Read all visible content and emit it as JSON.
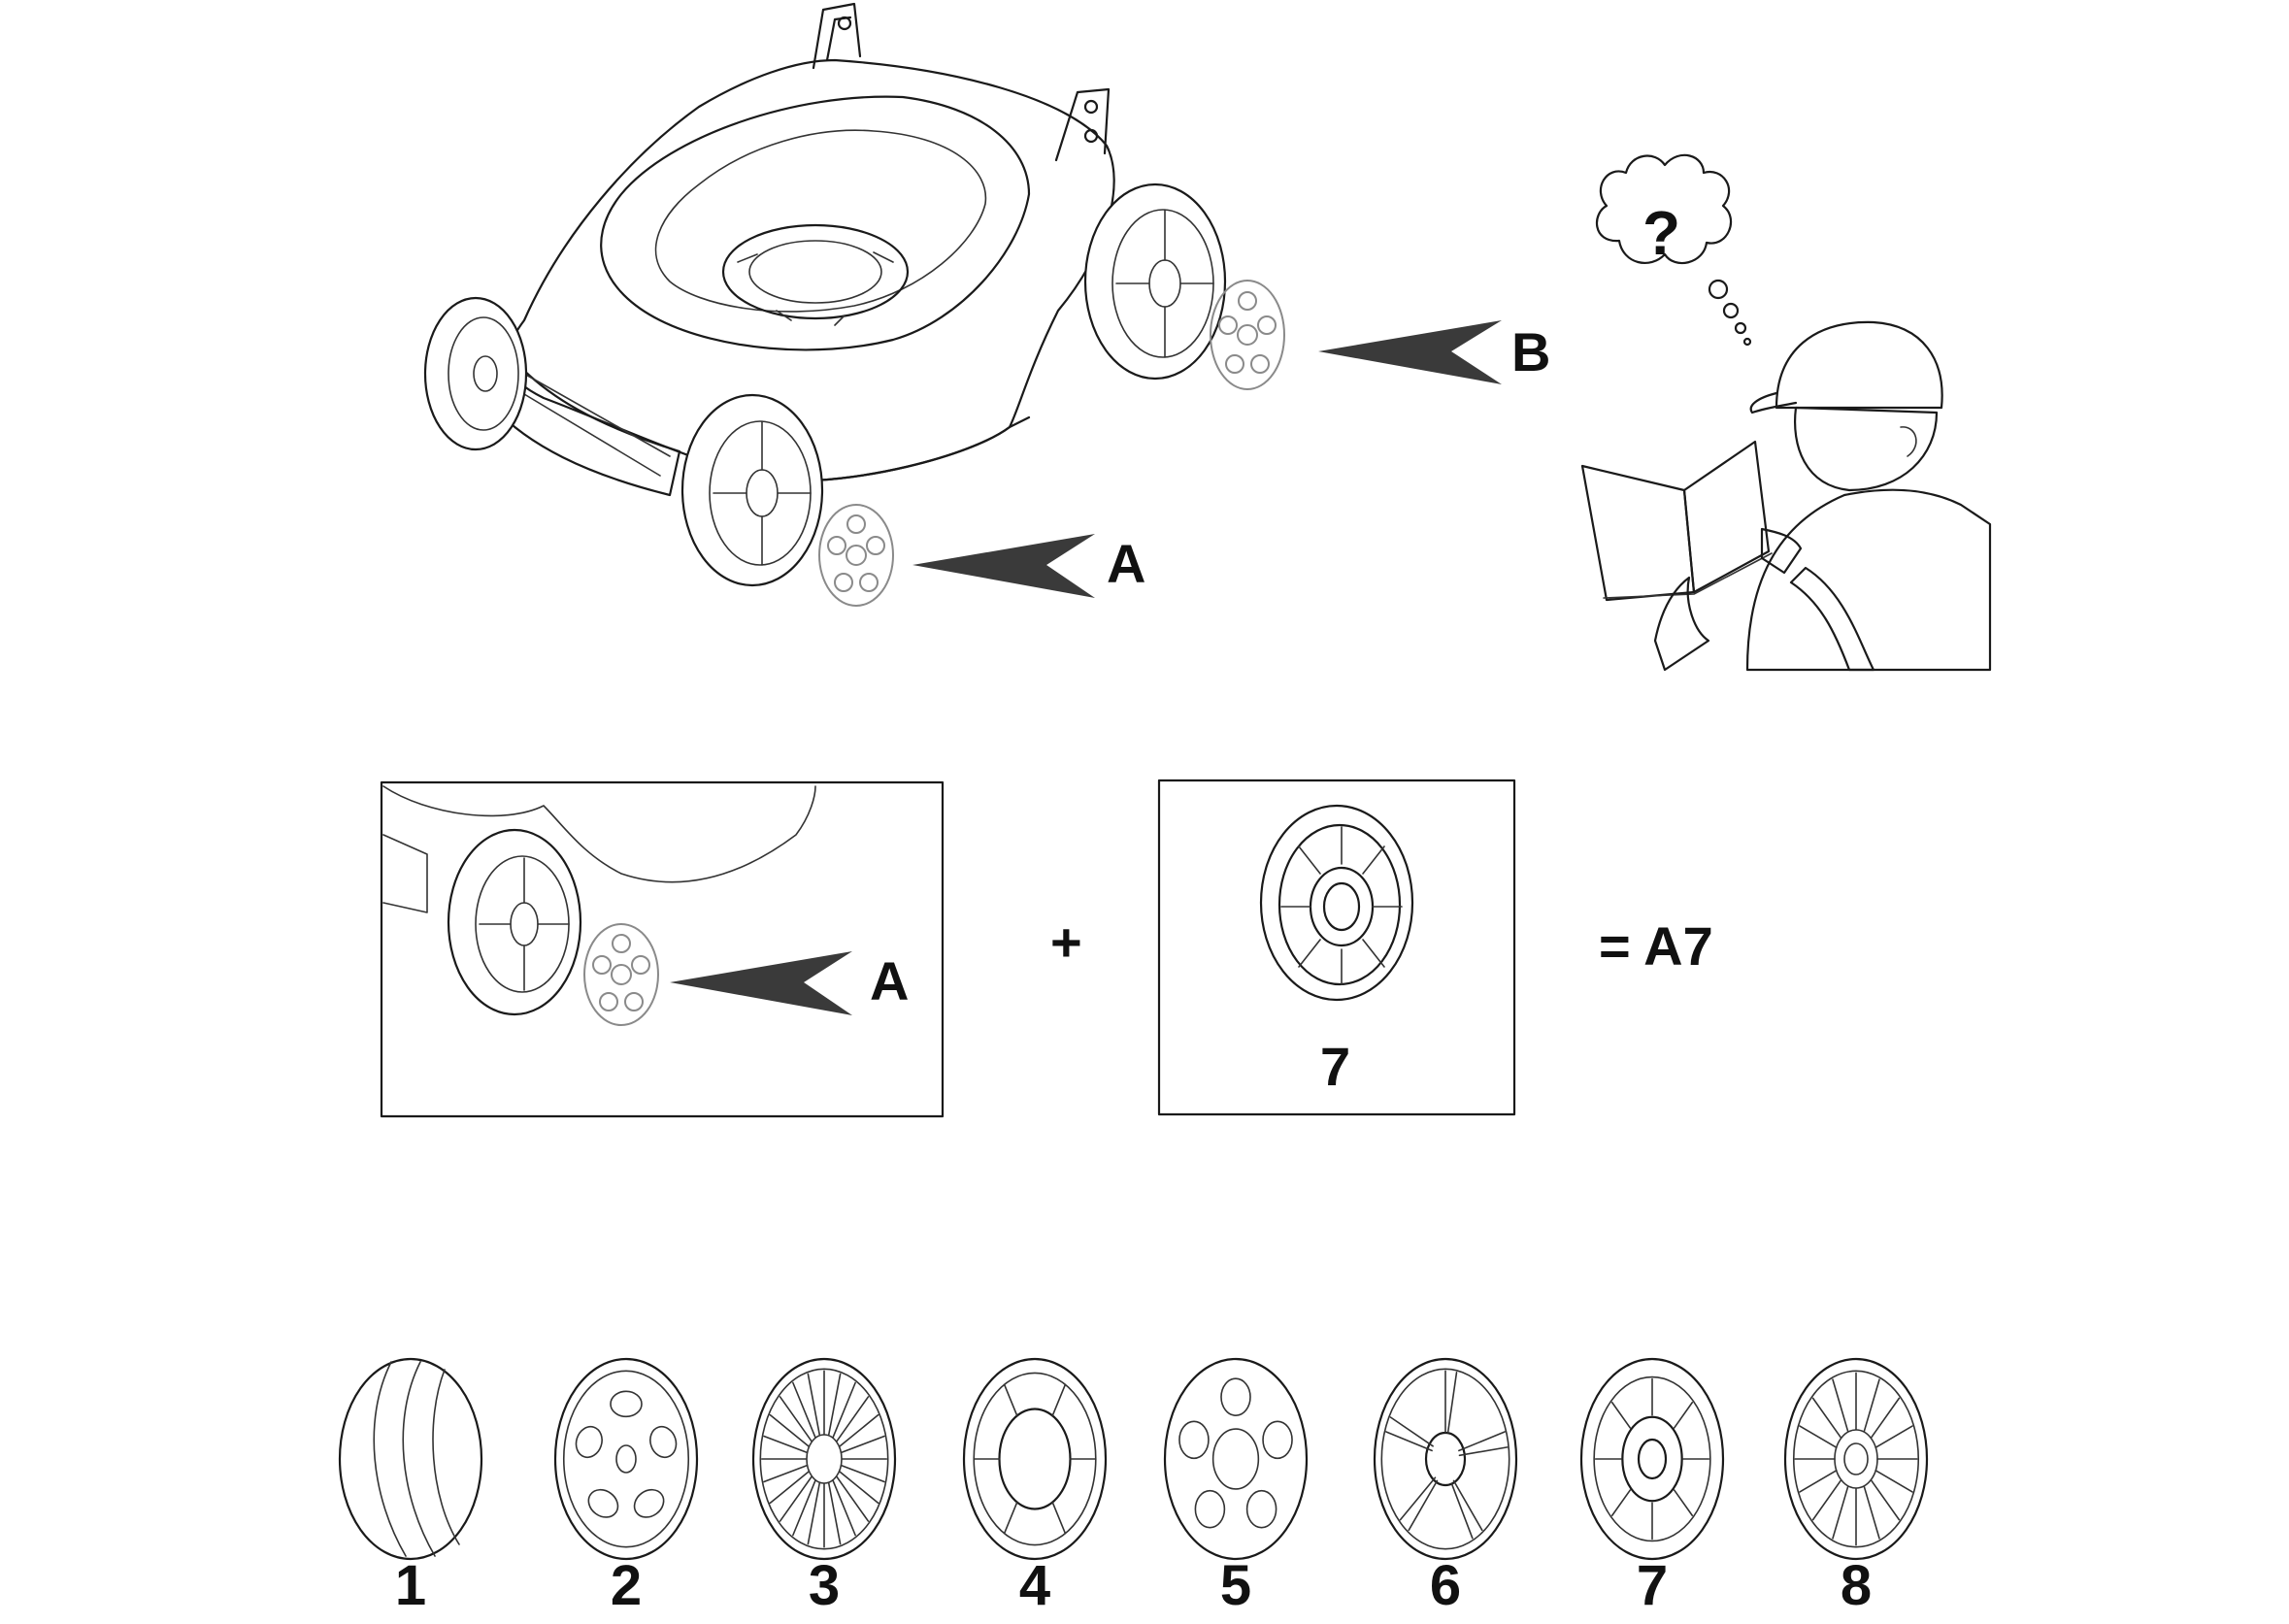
{
  "labels": {
    "arrow_a": "A",
    "arrow_b": "B",
    "thought": "?",
    "detail_arrow": "A",
    "plus": "+",
    "selected_number": "7",
    "result": "= A7"
  },
  "hubcaps": [
    {
      "number": "1",
      "style": "dome"
    },
    {
      "number": "2",
      "style": "petal-windows"
    },
    {
      "number": "3",
      "style": "fine-spokes"
    },
    {
      "number": "4",
      "style": "open-ring"
    },
    {
      "number": "5",
      "style": "round-holes"
    },
    {
      "number": "6",
      "style": "star-spokes"
    },
    {
      "number": "7",
      "style": "slotted-ring"
    },
    {
      "number": "8",
      "style": "split-spokes"
    }
  ]
}
